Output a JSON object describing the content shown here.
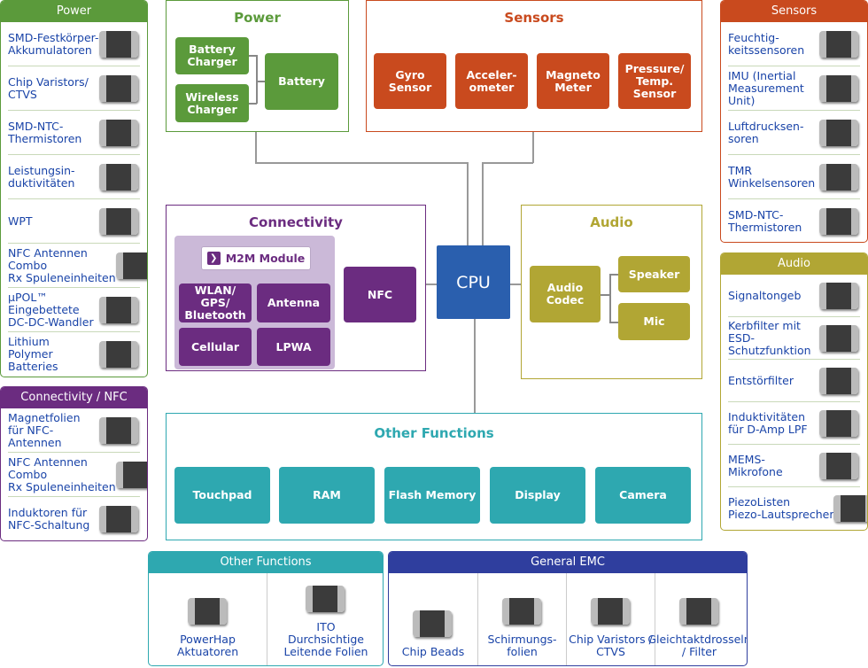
{
  "colors": {
    "power": "#5b9a3b",
    "sensors": "#c94a1e",
    "connectivity": "#6b2c80",
    "audio": "#b1a634",
    "other": "#2ea8b0",
    "cpu": "#2a5fae",
    "emc": "#2f3e9e"
  },
  "left_power": {
    "title": "Power",
    "items": [
      "SMD-Festkörper-\nAkkumulatoren",
      "Chip Varistors/\nCTVS",
      "SMD-NTC-\nThermistoren",
      "Leistungsin-\nduktivitäten",
      "WPT",
      "NFC Antennen\nCombo\nRx Spuleneinheiten",
      "µPOL™\nEingebettete\nDC-DC-Wandler",
      "Lithium\nPolymer\nBatteries"
    ]
  },
  "left_conn": {
    "title": "Connectivity / NFC",
    "items": [
      "Magnetfolien\nfür NFC-\nAntennen",
      "NFC Antennen\nCombo\nRx Spuleneinheiten",
      "Induktoren für\nNFC-Schaltung"
    ]
  },
  "right_sensors": {
    "title": "Sensors",
    "items": [
      "Feuchtig-\nkeitssensoren",
      "IMU (Inertial\nMeasurement\nUnit)",
      "Luftdrucksen-\nsoren",
      "TMR\nWinkelsensoren",
      "SMD-NTC-\nThermistoren"
    ]
  },
  "right_audio": {
    "title": "Audio",
    "items": [
      "Signaltongeb",
      "Kerbfilter mit\nESD-\nSchutzfunktion",
      "Entstörfilter",
      "Induktivitäten\nfür D-Amp LPF",
      "MEMS-\nMikrofone",
      "PiezoListen\nPiezo-Lautsprecher"
    ]
  },
  "bottom_other": {
    "title": "Other Functions",
    "items": [
      "PowerHap\nAktuatoren",
      "ITO\nDurchsichtige\nLeitende Folien"
    ]
  },
  "bottom_emc": {
    "title": "General EMC",
    "items": [
      "Chip Beads",
      "Schirmungs-\nfolien",
      "Chip Varistors /\nCTVS",
      "Gleichtaktdrosseln\n/ Filter"
    ]
  },
  "diagram": {
    "power": {
      "title": "Power",
      "battery_charger": "Battery\nCharger",
      "wireless_charger": "Wireless\nCharger",
      "battery": "Battery"
    },
    "sensors": {
      "title": "Sensors",
      "tiles": [
        "Gyro\nSensor",
        "Acceler-\nometer",
        "Magneto\nMeter",
        "Pressure/\nTemp.\nSensor"
      ]
    },
    "connectivity": {
      "title": "Connectivity",
      "m2m": "M2M Module",
      "tiles": [
        "WLAN/\nGPS/\nBluetooth",
        "Antenna",
        "Cellular",
        "LPWA"
      ],
      "nfc": "NFC"
    },
    "cpu": "CPU",
    "audio": {
      "title": "Audio",
      "codec": "Audio\nCodec",
      "speaker": "Speaker",
      "mic": "Mic"
    },
    "other": {
      "title": "Other Functions",
      "tiles": [
        "Touchpad",
        "RAM",
        "Flash Memory",
        "Display",
        "Camera"
      ]
    }
  }
}
